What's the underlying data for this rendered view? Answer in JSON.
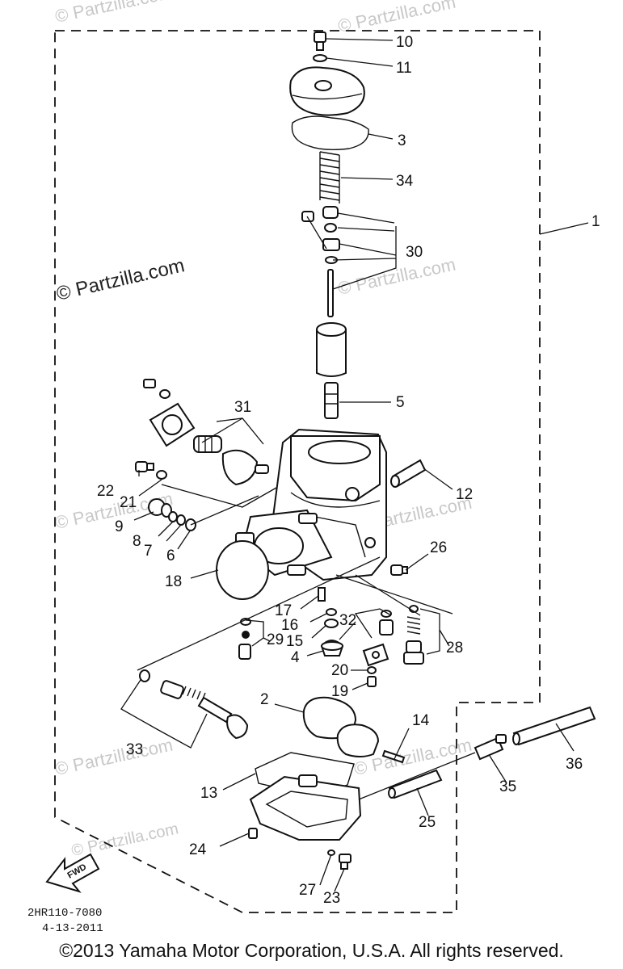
{
  "watermarks": {
    "top_left": "© Partzilla.com",
    "top_right": "© Partzilla.com",
    "mid_left": "© Partzilla.com",
    "mid_right": "© Partzilla.com",
    "lower_left_a": "© Partzilla.com",
    "lower_left_b": "© Partzilla.com",
    "lower_mid": "© Partzilla.com",
    "bottom_left": "© Partzilla.com",
    "bottom_mid": "© Partzilla.com"
  },
  "callouts": {
    "c1": "1",
    "c2": "2",
    "c3": "3",
    "c4": "4",
    "c5": "5",
    "c6": "6",
    "c7": "7",
    "c8": "8",
    "c9": "9",
    "c10": "10",
    "c11": "11",
    "c12": "12",
    "c13": "13",
    "c14": "14",
    "c15": "15",
    "c16": "16",
    "c17": "17",
    "c18": "18",
    "c19": "19",
    "c20": "20",
    "c21": "21",
    "c22": "22",
    "c23": "23",
    "c24": "24",
    "c25": "25",
    "c26": "26",
    "c27": "27",
    "c28": "28",
    "c29": "29",
    "c30": "30",
    "c31": "31",
    "c32": "32",
    "c33": "33",
    "c34": "34",
    "c35": "35",
    "c36": "36"
  },
  "fwd_label": "FWD",
  "diagram_code": "2HR110-7080",
  "diagram_date": "4-13-2011",
  "copyright": "©2013 Yamaha Motor Corporation, U.S.A. All rights reserved."
}
